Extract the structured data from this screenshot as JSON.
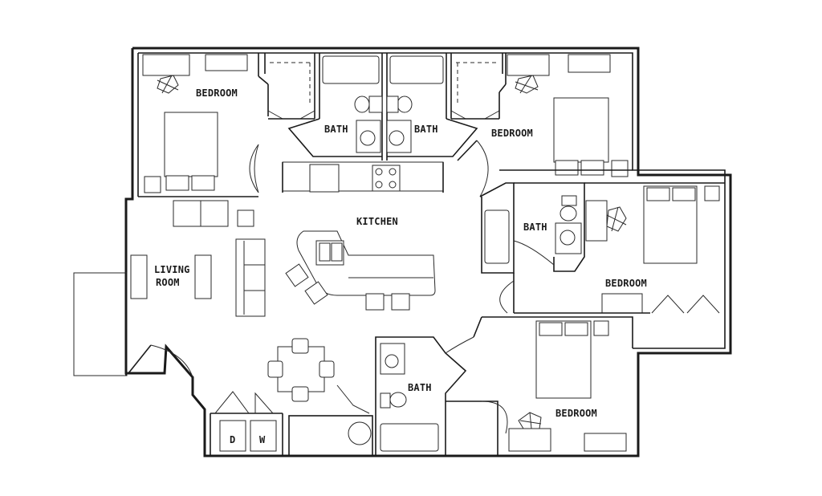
{
  "floorplan": {
    "rooms": {
      "bedroom_top_left": "BEDROOM",
      "bath_top_left": "BATH",
      "bath_top_right": "BATH",
      "bedroom_top_right": "BEDROOM",
      "kitchen": "KITCHEN",
      "living_room_line1": "LIVING",
      "living_room_line2": "ROOM",
      "bath_right": "BATH",
      "bedroom_right": "BEDROOM",
      "bath_bottom": "BATH",
      "bedroom_bottom_right": "BEDROOM"
    },
    "appliances": {
      "dryer": "D",
      "washer": "W"
    }
  }
}
